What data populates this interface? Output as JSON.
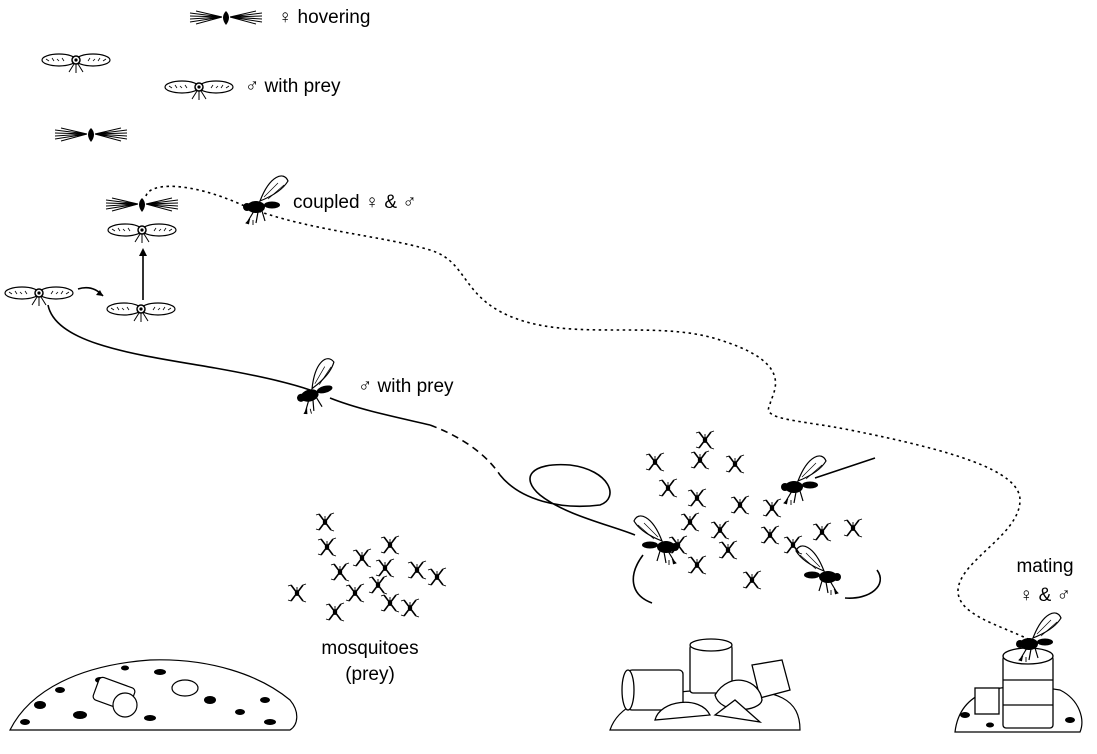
{
  "labels": {
    "female_hovering": "♀ hovering",
    "male_with_prey_top": "♂ with prey",
    "coupled": "coupled ♀ & ♂",
    "male_with_prey_mid": "♂ with prey",
    "mosquitoes_line1": "mosquitoes",
    "mosquitoes_line2": "(prey)",
    "mating_line1": "mating",
    "mating_line2": "♀ & ♂"
  }
}
